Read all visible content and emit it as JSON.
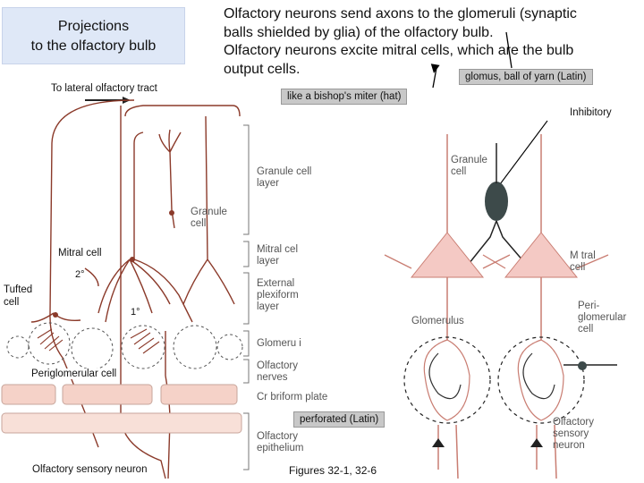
{
  "title": "Projections\nto the olfactory bulb",
  "title_lines": [
    "Projections",
    "to the olfactory bulb"
  ],
  "description_lines": [
    "Olfactory neurons send axons to the glomeruli (synaptic",
    "balls shielded by glia) of the olfactory bulb.",
    "Olfactory neurons excite mitral cells, which are the bulb",
    "output cells."
  ],
  "notes": {
    "glomus": "glomus, ball of yarn (Latin)",
    "miter": "like a bishop's miter (hat)",
    "perforated": "perforated (Latin)"
  },
  "left_labels": {
    "lateral_tract": "To lateral olfactory tract",
    "mitral": "Mitral cell",
    "tufted": "Tufted\ncell",
    "periglomerular": "Periglomerular cell",
    "sensory": "Olfactory sensory neuron",
    "primary": "1°",
    "secondary": "2°"
  },
  "layers": {
    "granule_layer": "Granule cell\nlayer",
    "granule_cell": "Granule\ncell",
    "mitral_layer": "Mitral cel\nlayer",
    "external_plexiform": "External\nplexiform\nlayer",
    "glomeruli": "Glomeru i",
    "nerves": "Olfactory\nnerves",
    "cribriform": "Cr briform plate",
    "epithelium": "Olfactory\nepithelium"
  },
  "right_labels": {
    "inhibitory": "Inhibitory",
    "granule": "Granule\ncell",
    "mitral": "M tral\ncell",
    "periglomerular": "Peri-\nglomerular\ncell",
    "glomerulus": "Glomerulus",
    "sensory": "Olfactory\nsensory\nneuron"
  },
  "figures_caption": "Figures 32-1, 32-6",
  "colors": {
    "title_bg": "#dfe8f7",
    "note_bg": "#c8c8c8",
    "neuron": "#8b3a2a",
    "cell_body": "#f4c9c4",
    "granule_body": "#3d4a4a",
    "plate": "#f5d2c8"
  }
}
